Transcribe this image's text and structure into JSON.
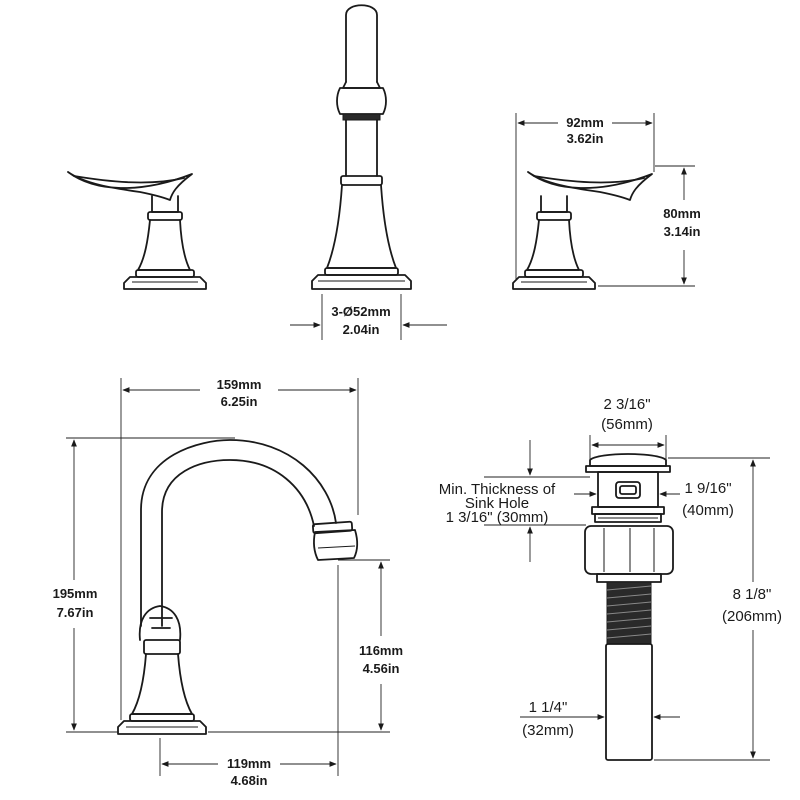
{
  "dimensions": {
    "handle_width": {
      "metric": "92mm",
      "imperial": "3.62in"
    },
    "handle_height": {
      "metric": "80mm",
      "imperial": "3.14in"
    },
    "base_diameter": {
      "metric": "3-Ø52mm",
      "imperial": "2.04in"
    },
    "spout_reach": {
      "metric": "159mm",
      "imperial": "6.25in"
    },
    "spout_height": {
      "metric": "195mm",
      "imperial": "7.67in"
    },
    "spout_outlet_height": {
      "metric": "116mm",
      "imperial": "4.56in"
    },
    "base_to_outlet": {
      "metric": "119mm",
      "imperial": "4.68in"
    },
    "drain_cap_diameter": {
      "imperial": "2 3/16\"",
      "metric": "(56mm)"
    },
    "sink_thickness": {
      "line1": "Min. Thickness of",
      "line2": "Sink Hole",
      "line3": "1 3/16\" (30mm)"
    },
    "drain_body_diameter": {
      "imperial": "1 9/16\"",
      "metric": "(40mm)"
    },
    "drain_total_length": {
      "imperial": "8 1/8\"",
      "metric": "(206mm)"
    },
    "drain_pipe_diameter": {
      "imperial": "1 1/4\"",
      "metric": "(32mm)"
    }
  }
}
